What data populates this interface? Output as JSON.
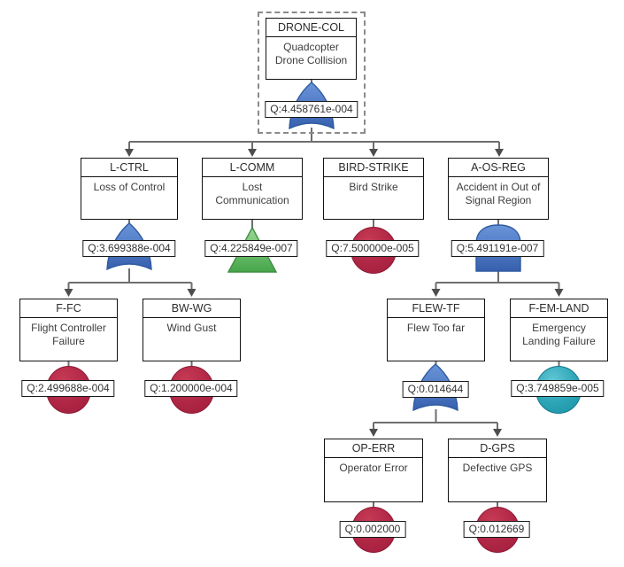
{
  "diagram_type": "fault-tree",
  "colors": {
    "gate_blue": "#4472C4",
    "basic_event_red": "#B02645",
    "transfer_green": "#5CB85C",
    "undeveloped_teal": "#2BA4B6",
    "connector_gray": "#6E6E6E"
  },
  "nodes": [
    {
      "id": "DRONE-COL",
      "desc": "Quadcopter Drone Collision",
      "q": "Q:4.458761e-004",
      "symbol": "or-gate"
    },
    {
      "id": "L-CTRL",
      "desc": "Loss of Control",
      "q": "Q:3.699388e-004",
      "symbol": "or-gate"
    },
    {
      "id": "L-COMM",
      "desc": "Lost Communication",
      "q": "Q:4.225849e-007",
      "symbol": "transfer-triangle"
    },
    {
      "id": "BIRD-STRIKE",
      "desc": "Bird Strike",
      "q": "Q:7.500000e-005",
      "symbol": "basic-event-circle"
    },
    {
      "id": "A-OS-REG",
      "desc": "Accident in Out of Signal Region",
      "q": "Q:5.491191e-007",
      "symbol": "and-gate"
    },
    {
      "id": "F-FC",
      "desc": "Flight Controller Failure",
      "q": "Q:2.499688e-004",
      "symbol": "basic-event-circle"
    },
    {
      "id": "BW-WG",
      "desc": "Wind Gust",
      "q": "Q:1.200000e-004",
      "symbol": "basic-event-circle"
    },
    {
      "id": "FLEW-TF",
      "desc": "Flew Too far",
      "q": "Q:0.014644",
      "symbol": "or-gate"
    },
    {
      "id": "F-EM-LAND",
      "desc": "Emergency Landing Failure",
      "q": "Q:3.749859e-005",
      "symbol": "undeveloped-event-circle"
    },
    {
      "id": "OP-ERR",
      "desc": "Operator Error",
      "q": "Q:0.002000",
      "symbol": "basic-event-circle"
    },
    {
      "id": "D-GPS",
      "desc": "Defective GPS",
      "q": "Q:0.012669",
      "symbol": "basic-event-circle"
    }
  ]
}
